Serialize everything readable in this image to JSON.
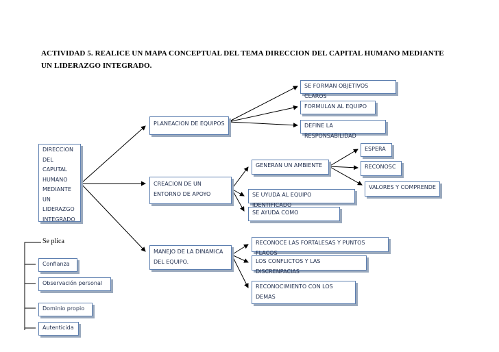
{
  "title": "ACTIVIDAD 5. REALICE UN MAPA CONCEPTUAL DEL TEMA DIRECCION DEL CAPITAL HUMANO MEDIANTE UN LIDERAZGO INTEGRADO.",
  "nodes": {
    "root": "DIRECCION\nDEL\nCAPUTAL\nHUMANO\nMEDIANTE\nUN\nLIDERAZGO\nINTEGRADO",
    "planeacion": "PLANEACION DE EQUIPOS",
    "objetivos": "SE FORMAN OBJETIVOS CLAROS",
    "formulan": "FORMULAN AL EQUIPO",
    "define": "DEFINE LA RESPONSABILIDAD",
    "creacion": "CREACION DE UN\nENTORNO DE APOYO",
    "generan": "GENERAN UN AMBIENTE",
    "espera": "ESPERA",
    "reconosc": "RECONOSC",
    "valores": "VALORES Y COMPRENDE",
    "uyuda": "SE UYUDA AL EQUIPO IDENTIFICADO",
    "ayuda_como": "SE AYUDA COMO",
    "manejo": "MANEJO DE LA DINAMICA\nDEL EQUIPO.",
    "fortalezas": "RECONOCE LAS FORTALESAS Y PUNTOS FLACOS",
    "conflictos": "LOS CONFLICTOS Y LAS DISCRENPACIAS",
    "reconocimiento": "RECONOCIMIENTO CON LOS\nDEMAS",
    "confianza": "Confianza",
    "observacion": "Observación personal",
    "dominio": "Dominio propio",
    "autenticidad": "Autenticida"
  },
  "se_plica_label": "Se plica"
}
